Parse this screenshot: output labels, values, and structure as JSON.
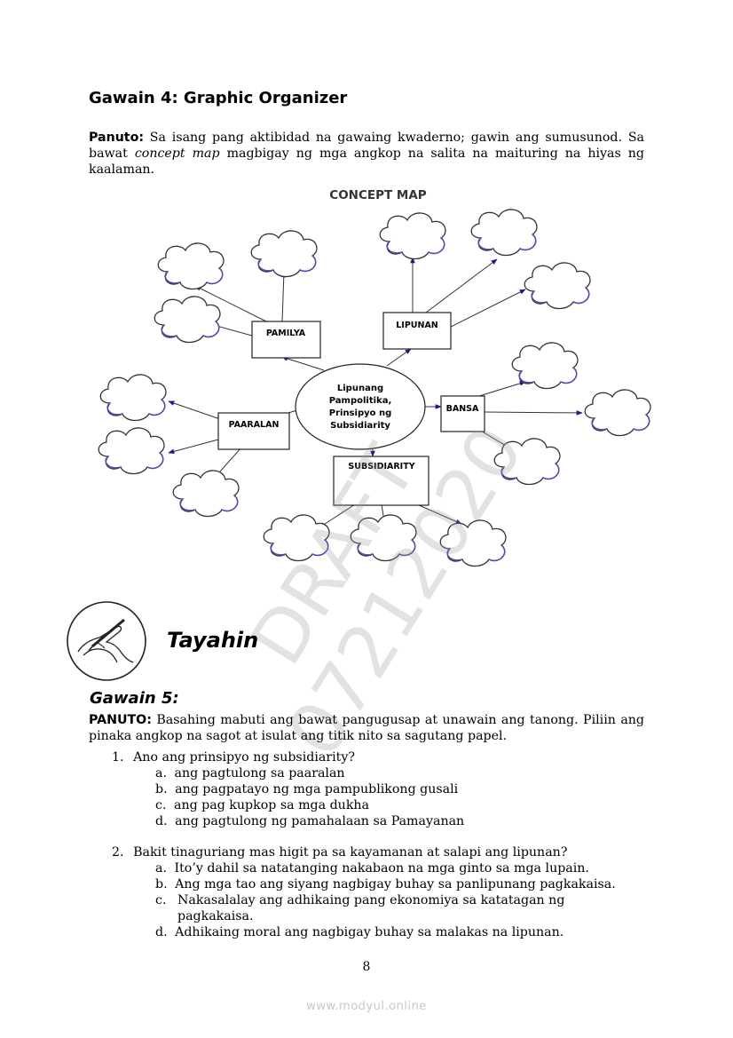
{
  "heading": "Gawain 4: Graphic Organizer",
  "panuto": {
    "label": "Panuto:",
    "text_a": " Sa isang pang aktibidad na gawaing kwaderno; gawin ang sumusunod. Sa bawat ",
    "text_em": "concept map",
    "text_b": " magbigay ng mga angkop na salita na maituring na hiyas ng kaalaman."
  },
  "concept_map": {
    "title": "CONCEPT MAP",
    "center": [
      "Lipunang",
      "Pampolitika,",
      "Prinsipyo ng",
      "Subsidiarity"
    ],
    "nodes": {
      "pamilya": "PAMILYA",
      "lipunan": "LIPUNAN",
      "bansa": "BANSA",
      "paaralan": "PAARALAN",
      "subsidiarity": "SUBSIDIARITY"
    }
  },
  "watermark": {
    "line1": "DRAFT",
    "line2": "07212020"
  },
  "section_title": "Tayahin",
  "gawain5": {
    "title": "Gawain 5:",
    "panuto_label": "PANUTO:",
    "panuto_text": " Basahing mabuti ang bawat pangugusap at unawain ang tanong. Piliin ang pinaka angkop na sagot at isulat ang titik nito sa sagutang papel."
  },
  "questions": [
    {
      "num": "1.",
      "text": "Ano ang prinsipyo ng subsidiarity?",
      "choices": [
        {
          "letter": "a.",
          "text": "ang pagtulong sa paaralan"
        },
        {
          "letter": "b.",
          "text": "ang pagpatayo ng mga pampublikong gusali"
        },
        {
          "letter": "c.",
          "text": "ang pag kupkop sa mga dukha"
        },
        {
          "letter": "d.",
          "text": "ang pagtulong ng pamahalaan sa Pamayanan"
        }
      ]
    },
    {
      "num": "2.",
      "text": "Bakit tinaguriang mas higit pa sa kayamanan at salapi ang lipunan?",
      "choices": [
        {
          "letter": "a.",
          "text": "Ito’y dahil sa natatanging nakabaon na mga ginto sa mga lupain."
        },
        {
          "letter": "b.",
          "text": "Ang mga tao ang siyang nagbigay buhay sa panlipunang pagkakaisa."
        },
        {
          "letter": "c.",
          "text": "Nakasalalay ang adhikaing pang ekonomiya sa katatagan ng pagkakaisa."
        },
        {
          "letter": "d.",
          "text": "Adhikaing moral ang nagbigay buhay sa malakas na lipunan."
        }
      ]
    }
  ],
  "page_number": "8",
  "footer": "www.modyul.online"
}
